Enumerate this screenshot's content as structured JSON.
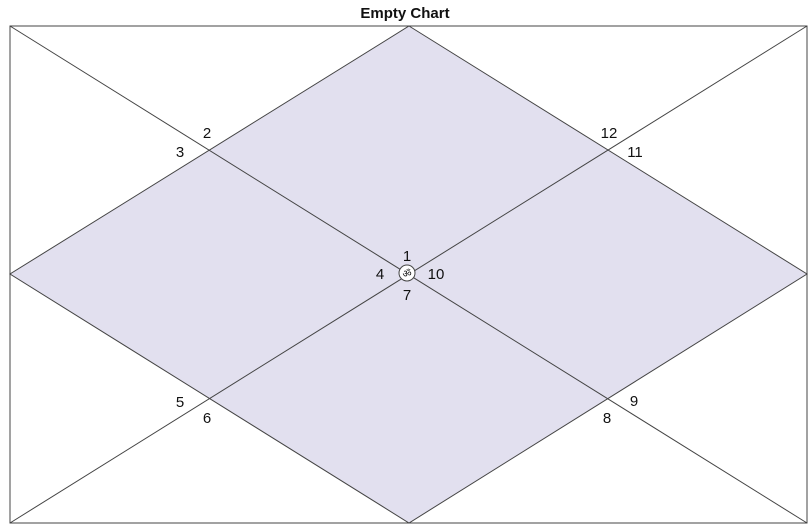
{
  "title": "Empty Chart",
  "colors": {
    "diamond_fill": "#e2e0ef",
    "line": "#444444",
    "background": "#ffffff"
  },
  "center_symbol": "ॐ",
  "houses": [
    "1",
    "2",
    "3",
    "4",
    "5",
    "6",
    "7",
    "8",
    "9",
    "10",
    "11",
    "12"
  ]
}
